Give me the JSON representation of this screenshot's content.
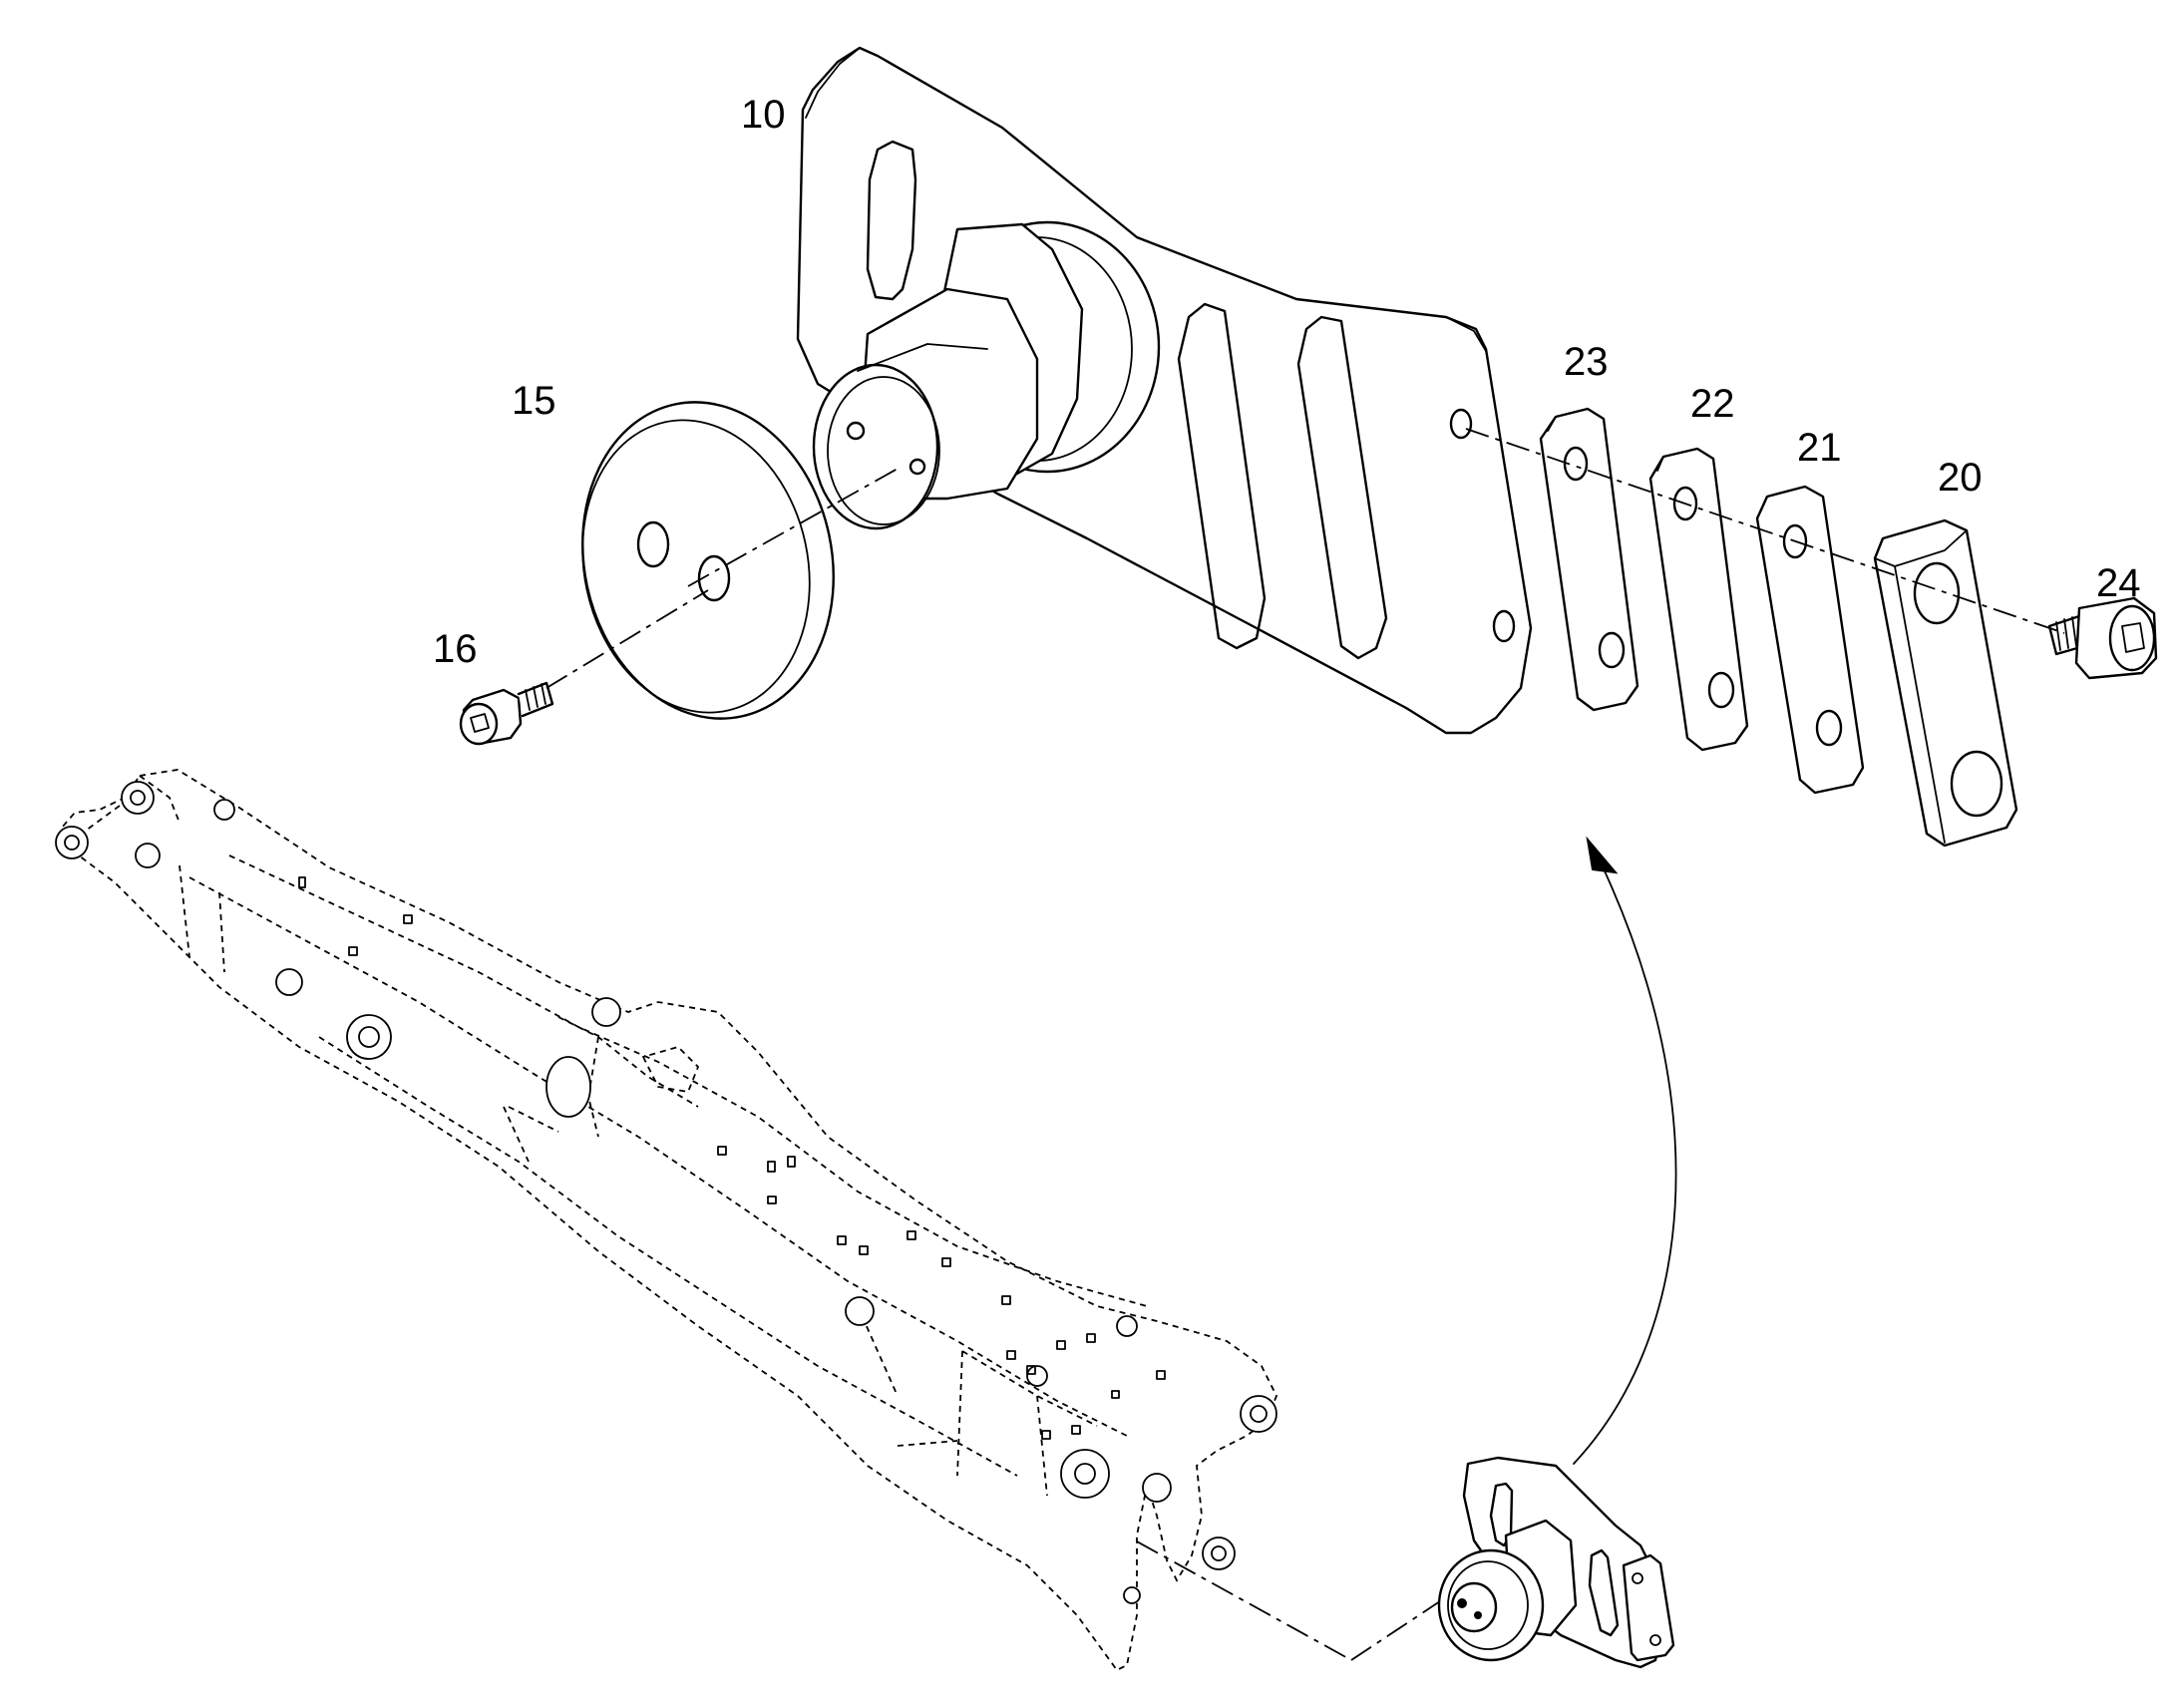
{
  "callouts": [
    {
      "id": "part-10",
      "label": "10"
    },
    {
      "id": "part-15",
      "label": "15"
    },
    {
      "id": "part-16",
      "label": "16"
    },
    {
      "id": "part-20",
      "label": "20"
    },
    {
      "id": "part-21",
      "label": "21"
    },
    {
      "id": "part-22",
      "label": "22"
    },
    {
      "id": "part-23",
      "label": "23"
    },
    {
      "id": "part-24",
      "label": "24"
    }
  ],
  "colors": {
    "line": "#000000",
    "background": "#ffffff"
  }
}
